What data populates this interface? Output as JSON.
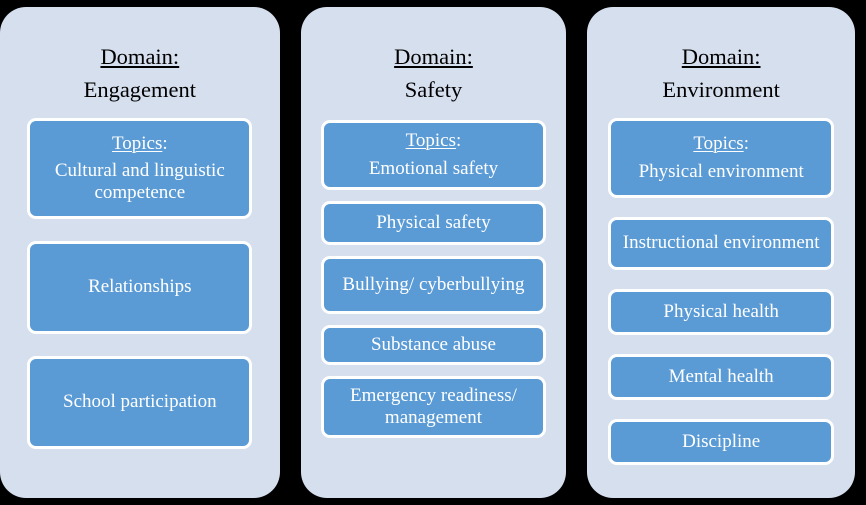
{
  "meta": {
    "panel_bg": "#D6DFEE",
    "topic_bg": "#5B9BD5",
    "topic_border": "#FFFFFF",
    "page_bg": "#000000",
    "header_text_color": "#000000",
    "topic_text_color": "#FFFFFF"
  },
  "labels": {
    "domain_word": "Domain:",
    "topics_word": "Topics",
    "topics_colon": ":"
  },
  "columns": [
    {
      "id": "engagement",
      "domain_label": "Domain:",
      "domain_name": "Engagement",
      "topics_label": "Topics",
      "topics": [
        "Cultural and linguistic competence",
        "Relationships",
        "School participation"
      ]
    },
    {
      "id": "safety",
      "domain_label": "Domain:",
      "domain_name": "Safety",
      "topics_label": "Topics",
      "topics": [
        "Emotional safety",
        "Physical safety",
        "Bullying/ cyberbullying",
        "Substance abuse",
        "Emergency readiness/ management"
      ]
    },
    {
      "id": "environment",
      "domain_label": "Domain:",
      "domain_name": "Environment",
      "topics": [
        "Physical environment",
        "Instructional environment",
        "Physical health",
        "Mental health",
        "Discipline"
      ],
      "topics_label": "Topics"
    }
  ]
}
